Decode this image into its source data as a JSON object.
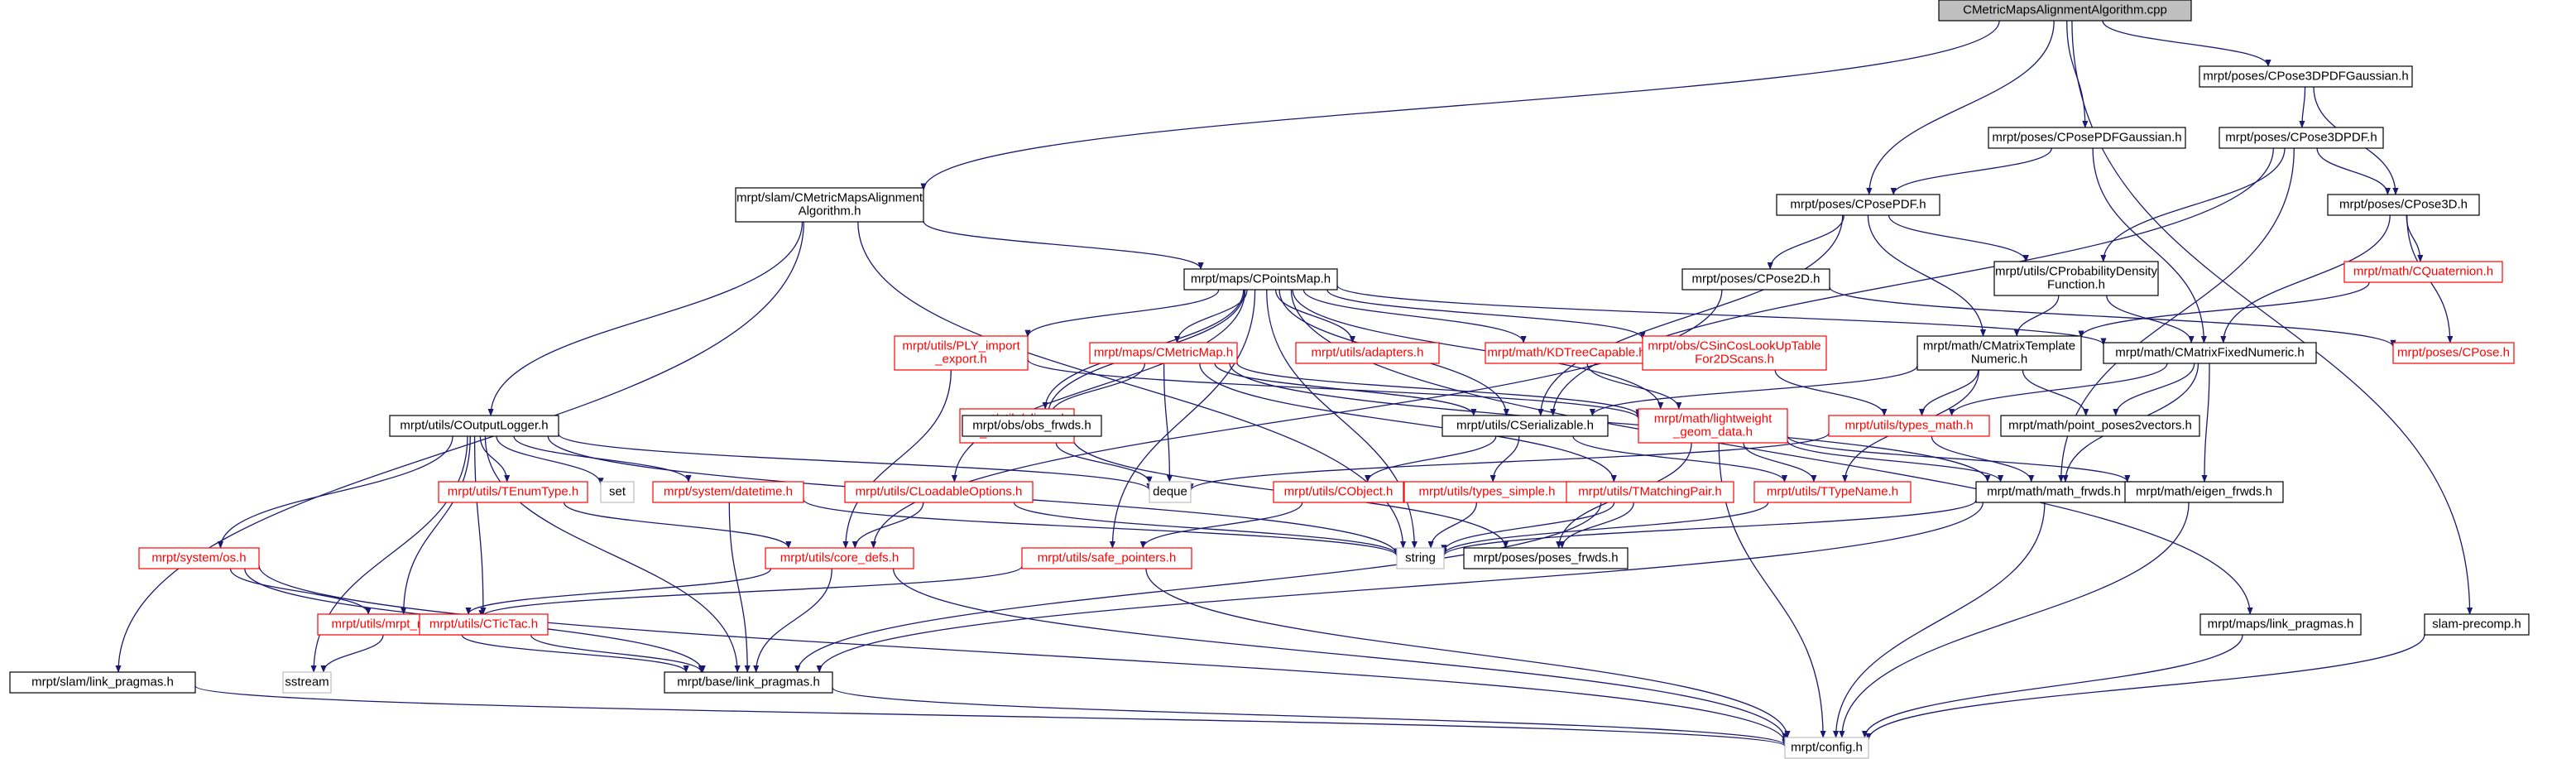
{
  "colors": {
    "edge": "#191970",
    "root_fill": "#bfbfbf",
    "black_border": "#000000",
    "red_border": "#ff0000",
    "gray_border": "#bfbfbf"
  },
  "nodes": [
    {
      "id": "root",
      "lines": [
        "CMetricMapsAlignmentAlgorithm.cpp"
      ],
      "style": "root"
    },
    {
      "id": "cpose3dpdfgaussian",
      "lines": [
        "mrpt/poses/CPose3DPDFGaussian.h"
      ],
      "style": "black"
    },
    {
      "id": "cpose3dpdf",
      "lines": [
        "mrpt/poses/CPose3DPDF.h"
      ],
      "style": "black"
    },
    {
      "id": "cposepdfgaussian",
      "lines": [
        "mrpt/poses/CPosePDFGaussian.h"
      ],
      "style": "black"
    },
    {
      "id": "cposepdf",
      "lines": [
        "mrpt/poses/CPosePDF.h"
      ],
      "style": "black"
    },
    {
      "id": "cpose3d",
      "lines": [
        "mrpt/poses/CPose3D.h"
      ],
      "style": "black"
    },
    {
      "id": "slam_cmmaa",
      "lines": [
        "mrpt/slam/CMetricMapsAlignment",
        "Algorithm.h"
      ],
      "style": "black"
    },
    {
      "id": "cprobdensity",
      "lines": [
        "mrpt/utils/CProbabilityDensity",
        "Function.h"
      ],
      "style": "black"
    },
    {
      "id": "cquaternion",
      "lines": [
        "mrpt/math/CQuaternion.h"
      ],
      "style": "red"
    },
    {
      "id": "cpointsmap",
      "lines": [
        "mrpt/maps/CPointsMap.h"
      ],
      "style": "black"
    },
    {
      "id": "cpose2d",
      "lines": [
        "mrpt/poses/CPose2D.h"
      ],
      "style": "black"
    },
    {
      "id": "cpose",
      "lines": [
        "mrpt/poses/CPose.h"
      ],
      "style": "red"
    },
    {
      "id": "ply",
      "lines": [
        "mrpt/utils/PLY_import",
        "_export.h"
      ],
      "style": "red"
    },
    {
      "id": "cmetricmap",
      "lines": [
        "mrpt/maps/CMetricMap.h"
      ],
      "style": "red"
    },
    {
      "id": "adapters",
      "lines": [
        "mrpt/utils/adapters.h"
      ],
      "style": "red"
    },
    {
      "id": "kdtree",
      "lines": [
        "mrpt/math/KDTreeCapable.h"
      ],
      "style": "red"
    },
    {
      "id": "csincos",
      "lines": [
        "mrpt/obs/CSinCosLookUpTable",
        "For2DScans.h"
      ],
      "style": "red"
    },
    {
      "id": "cmatrixtemplate",
      "lines": [
        "mrpt/math/CMatrixTemplate",
        "Numeric.h"
      ],
      "style": "black"
    },
    {
      "id": "cmatrixfixed",
      "lines": [
        "mrpt/math/CMatrixFixedNumeric.h"
      ],
      "style": "black"
    },
    {
      "id": "aligned",
      "lines": [
        "mrpt/utils/aligned",
        "_containers.h"
      ],
      "style": "red"
    },
    {
      "id": "obs_frwds",
      "lines": [
        "mrpt/obs/obs_frwds.h"
      ],
      "style": "black"
    },
    {
      "id": "coutputlogger",
      "lines": [
        "mrpt/utils/COutputLogger.h"
      ],
      "style": "black"
    },
    {
      "id": "cserializable",
      "lines": [
        "mrpt/utils/CSerializable.h"
      ],
      "style": "black"
    },
    {
      "id": "lightweight",
      "lines": [
        "mrpt/math/lightweight",
        "_geom_data.h"
      ],
      "style": "red"
    },
    {
      "id": "types_math",
      "lines": [
        "mrpt/utils/types_math.h"
      ],
      "style": "red"
    },
    {
      "id": "point_poses2vectors",
      "lines": [
        "mrpt/math/point_poses2vectors.h"
      ],
      "style": "black"
    },
    {
      "id": "tenumtype",
      "lines": [
        "mrpt/utils/TEnumType.h"
      ],
      "style": "red"
    },
    {
      "id": "set",
      "lines": [
        "set"
      ],
      "style": "gray"
    },
    {
      "id": "datetime",
      "lines": [
        "mrpt/system/datetime.h"
      ],
      "style": "red"
    },
    {
      "id": "deque",
      "lines": [
        "deque"
      ],
      "style": "gray"
    },
    {
      "id": "cloadable",
      "lines": [
        "mrpt/utils/CLoadableOptions.h"
      ],
      "style": "red"
    },
    {
      "id": "cobject",
      "lines": [
        "mrpt/utils/CObject.h"
      ],
      "style": "red"
    },
    {
      "id": "types_simple",
      "lines": [
        "mrpt/utils/types_simple.h"
      ],
      "style": "red"
    },
    {
      "id": "tmatchingpair",
      "lines": [
        "mrpt/utils/TMatchingPair.h"
      ],
      "style": "red"
    },
    {
      "id": "ttypename",
      "lines": [
        "mrpt/utils/TTypeName.h"
      ],
      "style": "red"
    },
    {
      "id": "math_frwds",
      "lines": [
        "mrpt/math/math_frwds.h"
      ],
      "style": "black"
    },
    {
      "id": "eigen_frwds",
      "lines": [
        "mrpt/math/eigen_frwds.h"
      ],
      "style": "black"
    },
    {
      "id": "os",
      "lines": [
        "mrpt/system/os.h"
      ],
      "style": "red"
    },
    {
      "id": "core_defs",
      "lines": [
        "mrpt/utils/core_defs.h"
      ],
      "style": "red"
    },
    {
      "id": "safe_pointers",
      "lines": [
        "mrpt/utils/safe_pointers.h"
      ],
      "style": "red"
    },
    {
      "id": "string",
      "lines": [
        "string"
      ],
      "style": "gray"
    },
    {
      "id": "poses_frwds",
      "lines": [
        "mrpt/poses/poses_frwds.h"
      ],
      "style": "black"
    },
    {
      "id": "mrpt_macros",
      "lines": [
        "mrpt/utils/mrpt_macros.h"
      ],
      "style": "red"
    },
    {
      "id": "ctictac",
      "lines": [
        "mrpt/utils/CTicTac.h"
      ],
      "style": "red"
    },
    {
      "id": "maps_link",
      "lines": [
        "mrpt/maps/link_pragmas.h"
      ],
      "style": "black"
    },
    {
      "id": "slam_precomp",
      "lines": [
        "slam-precomp.h"
      ],
      "style": "black"
    },
    {
      "id": "sstream",
      "lines": [
        "sstream"
      ],
      "style": "gray"
    },
    {
      "id": "slam_link",
      "lines": [
        "mrpt/slam/link_pragmas.h"
      ],
      "style": "black"
    },
    {
      "id": "base_link",
      "lines": [
        "mrpt/base/link_pragmas.h"
      ],
      "style": "black"
    },
    {
      "id": "config",
      "lines": [
        "mrpt/config.h"
      ],
      "style": "gray"
    }
  ],
  "edges": [
    [
      "root",
      "cpose3dpdfgaussian"
    ],
    [
      "root",
      "cposepdfgaussian"
    ],
    [
      "root",
      "cposepdf"
    ],
    [
      "root",
      "slam_cmmaa"
    ],
    [
      "root",
      "slam_precomp"
    ],
    [
      "cpose3dpdfgaussian",
      "cpose3dpdf"
    ],
    [
      "cpose3dpdfgaussian",
      "cpose3d"
    ],
    [
      "cpose3dpdf",
      "cpose3d"
    ],
    [
      "cpose3dpdf",
      "cprobdensity"
    ],
    [
      "cpose3dpdf",
      "cserializable"
    ],
    [
      "cpose3dpdf",
      "math_frwds"
    ],
    [
      "cposepdfgaussian",
      "cposepdf"
    ],
    [
      "cposepdfgaussian",
      "cmatrixfixed"
    ],
    [
      "cposepdf",
      "cpose2d"
    ],
    [
      "cposepdf",
      "cprobdensity"
    ],
    [
      "cposepdf",
      "cmatrixtemplate"
    ],
    [
      "cposepdf",
      "cserializable"
    ],
    [
      "cpose3d",
      "cquaternion"
    ],
    [
      "cpose3d",
      "cpose"
    ],
    [
      "cpose3d",
      "cmatrixfixed"
    ],
    [
      "slam_cmmaa",
      "cpointsmap"
    ],
    [
      "slam_cmmaa",
      "coutputlogger"
    ],
    [
      "slam_cmmaa",
      "slam_link"
    ],
    [
      "slam_cmmaa",
      "string"
    ],
    [
      "cprobdensity",
      "cmatrixtemplate"
    ],
    [
      "cprobdensity",
      "cmatrixfixed"
    ],
    [
      "cquaternion",
      "cmatrixtemplate"
    ],
    [
      "cpointsmap",
      "ply"
    ],
    [
      "cpointsmap",
      "cmetricmap"
    ],
    [
      "cpointsmap",
      "adapters"
    ],
    [
      "cpointsmap",
      "kdtree"
    ],
    [
      "cpointsmap",
      "csincos"
    ],
    [
      "cpointsmap",
      "cmatrixfixed"
    ],
    [
      "cpointsmap",
      "aligned"
    ],
    [
      "cpointsmap",
      "obs_frwds"
    ],
    [
      "cpointsmap",
      "cserializable"
    ],
    [
      "cpointsmap",
      "lightweight"
    ],
    [
      "cpointsmap",
      "cloadable"
    ],
    [
      "cpointsmap",
      "safe_pointers"
    ],
    [
      "cpointsmap",
      "maps_link"
    ],
    [
      "cpointsmap",
      "string"
    ],
    [
      "cpose2d",
      "cpose"
    ],
    [
      "cpose2d",
      "core_defs"
    ],
    [
      "ply",
      "core_defs"
    ],
    [
      "ply",
      "lightweight"
    ],
    [
      "cmetricmap",
      "obs_frwds"
    ],
    [
      "cmetricmap",
      "cserializable"
    ],
    [
      "cmetricmap",
      "deque"
    ],
    [
      "cmetricmap",
      "tmatchingpair"
    ],
    [
      "cmetricmap",
      "lightweight"
    ],
    [
      "cmetricmap",
      "math_frwds"
    ],
    [
      "kdtree",
      "lightweight"
    ],
    [
      "csincos",
      "types_math"
    ],
    [
      "cmatrixtemplate",
      "types_math"
    ],
    [
      "cmatrixtemplate",
      "point_poses2vectors"
    ],
    [
      "cmatrixtemplate",
      "ttypename"
    ],
    [
      "cmatrixtemplate",
      "cserializable"
    ],
    [
      "cmatrixfixed",
      "types_math"
    ],
    [
      "cmatrixfixed",
      "point_poses2vectors"
    ],
    [
      "cmatrixfixed",
      "math_frwds"
    ],
    [
      "cmatrixfixed",
      "eigen_frwds"
    ],
    [
      "aligned",
      "deque"
    ],
    [
      "obs_frwds",
      "poses_frwds"
    ],
    [
      "coutputlogger",
      "tenumtype"
    ],
    [
      "coutputlogger",
      "set"
    ],
    [
      "coutputlogger",
      "datetime"
    ],
    [
      "coutputlogger",
      "deque"
    ],
    [
      "coutputlogger",
      "os"
    ],
    [
      "coutputlogger",
      "mrpt_macros"
    ],
    [
      "coutputlogger",
      "ctictac"
    ],
    [
      "coutputlogger",
      "sstream"
    ],
    [
      "coutputlogger",
      "base_link"
    ],
    [
      "coutputlogger",
      "string"
    ],
    [
      "cserializable",
      "cobject"
    ],
    [
      "cserializable",
      "types_simple"
    ],
    [
      "cserializable",
      "ttypename"
    ],
    [
      "lightweight",
      "ttypename"
    ],
    [
      "lightweight",
      "math_frwds"
    ],
    [
      "lightweight",
      "poses_frwds"
    ],
    [
      "lightweight",
      "config"
    ],
    [
      "lightweight",
      "eigen_frwds"
    ],
    [
      "types_math",
      "math_frwds"
    ],
    [
      "types_math",
      "deque"
    ],
    [
      "tenumtype",
      "core_defs"
    ],
    [
      "datetime",
      "base_link"
    ],
    [
      "datetime",
      "string"
    ],
    [
      "cloadable",
      "core_defs"
    ],
    [
      "cloadable",
      "string"
    ],
    [
      "cobject",
      "safe_pointers"
    ],
    [
      "types_simple",
      "string"
    ],
    [
      "tmatchingpair",
      "string"
    ],
    [
      "tmatchingpair",
      "poses_frwds"
    ],
    [
      "tmatchingpair",
      "base_link"
    ],
    [
      "ttypename",
      "string"
    ],
    [
      "math_frwds",
      "string"
    ],
    [
      "math_frwds",
      "base_link"
    ],
    [
      "math_frwds",
      "config"
    ],
    [
      "eigen_frwds",
      "config"
    ],
    [
      "os",
      "mrpt_macros"
    ],
    [
      "os",
      "base_link"
    ],
    [
      "os",
      "config"
    ],
    [
      "core_defs",
      "mrpt_macros"
    ],
    [
      "core_defs",
      "base_link"
    ],
    [
      "core_defs",
      "config"
    ],
    [
      "safe_pointers",
      "mrpt_macros"
    ],
    [
      "safe_pointers",
      "config"
    ],
    [
      "mrpt_macros",
      "sstream"
    ],
    [
      "mrpt_macros",
      "base_link"
    ],
    [
      "ctictac",
      "base_link"
    ],
    [
      "maps_link",
      "config"
    ],
    [
      "slam_precomp",
      "config"
    ],
    [
      "slam_link",
      "config"
    ],
    [
      "base_link",
      "config"
    ]
  ]
}
